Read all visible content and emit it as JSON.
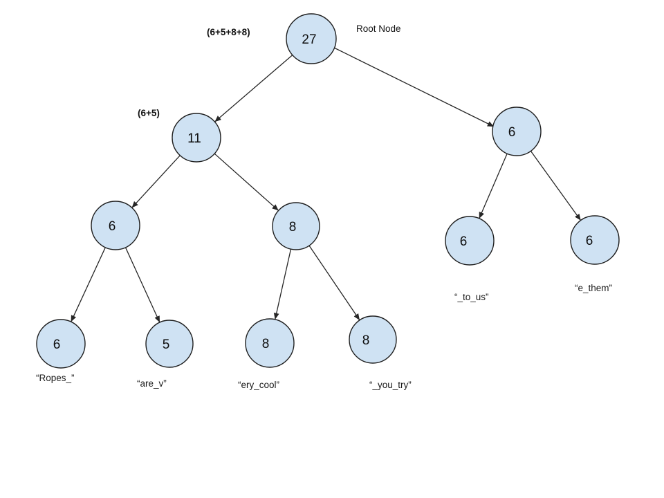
{
  "colors": {
    "node_fill": "#cfe2f3",
    "node_stroke": "#1f1f1f",
    "edge": "#262626",
    "text": "#0d0d0d"
  },
  "annotations": {
    "root_note": "Root Node",
    "root_weight_sum": "(6+5+8+8)",
    "left_weight_sum": "(6+5)"
  },
  "nodes": {
    "root": {
      "value": "27"
    },
    "internal_11": {
      "value": "11"
    },
    "internal_6_left": {
      "value": "6"
    },
    "internal_8": {
      "value": "8"
    },
    "internal_6_right": {
      "value": "6"
    },
    "leaf_ropes": {
      "value": "6",
      "label": "“Ropes_”"
    },
    "leaf_are_v": {
      "value": "5",
      "label": "“are_v”"
    },
    "leaf_ery_cool": {
      "value": "8",
      "label": "“ery_cool”"
    },
    "leaf_you_try": {
      "value": "8",
      "label": "“_you_try”"
    },
    "leaf_to_us": {
      "value": "6",
      "label": "“_to_us”"
    },
    "leaf_e_them": {
      "value": "6",
      "label": "“e_them”"
    }
  }
}
